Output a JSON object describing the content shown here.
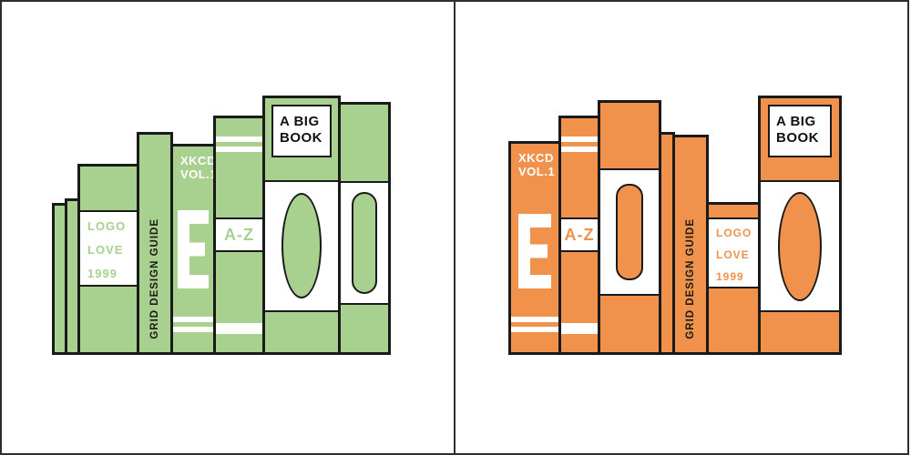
{
  "illustration": {
    "books": {
      "logo_love": {
        "line1": "LOGO",
        "line2": "LOVE",
        "line3": "1999"
      },
      "grid_design": {
        "label": "GRID DESIGN GUIDE"
      },
      "xkcd": {
        "line1": "XKCD",
        "line2": "VOL.1"
      },
      "a_z": {
        "label": "A-Z"
      },
      "big_book": {
        "line1": "A BIG",
        "line2": "BOOK"
      }
    },
    "colors": {
      "left_accent": "#a8d08e",
      "right_accent": "#f0924c",
      "outline": "#1a1a1a",
      "background": "#ffffff",
      "panel_border": "#2e2e2e"
    }
  }
}
